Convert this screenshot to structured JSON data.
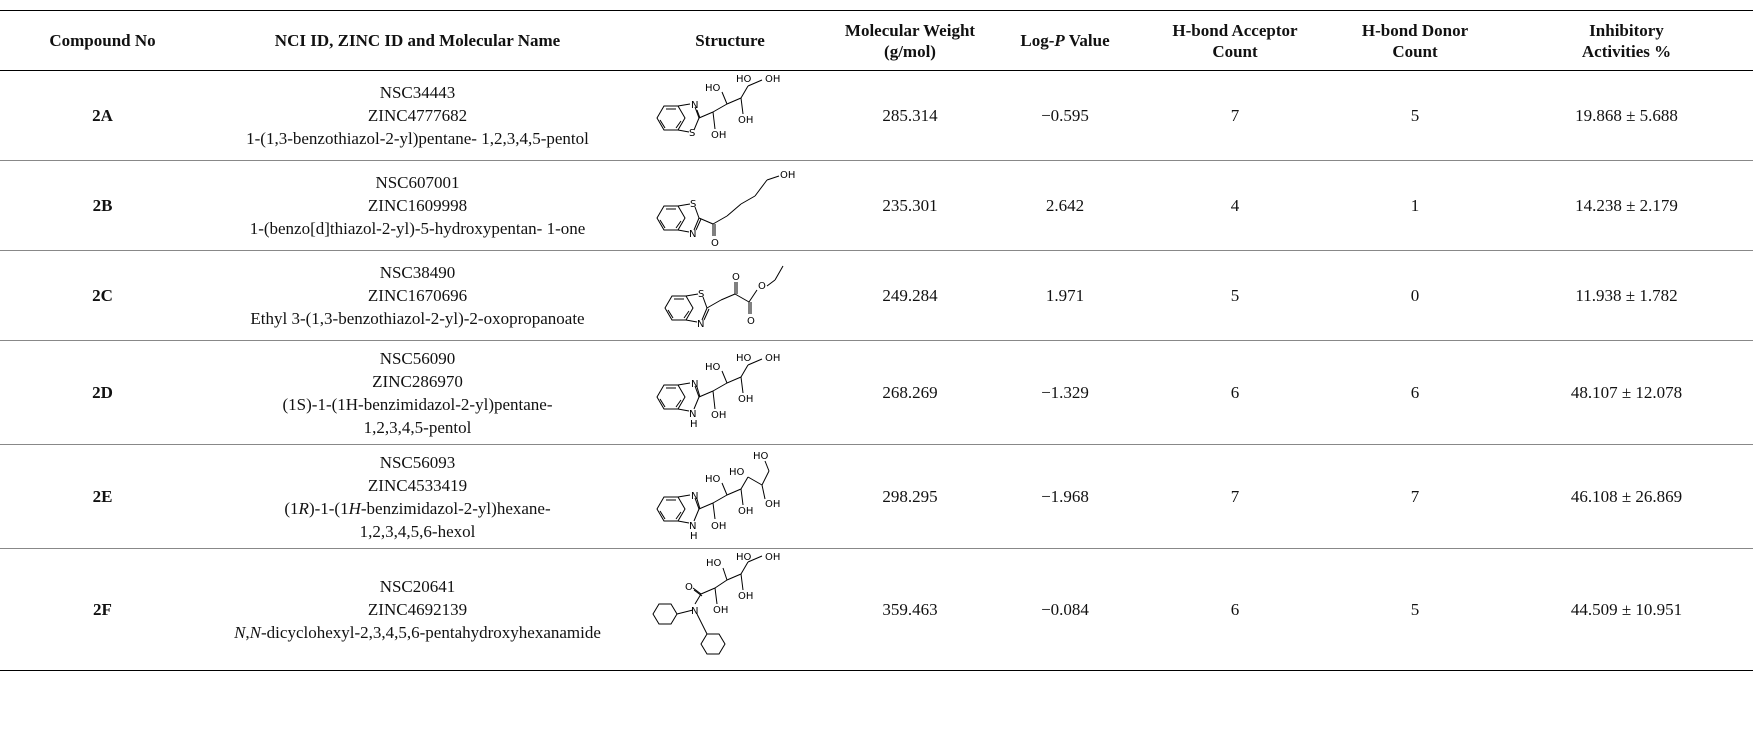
{
  "table": {
    "headers": {
      "compound_no": "Compound No",
      "ids": "NCI ID, ZINC ID and Molecular Name",
      "structure": "Structure",
      "mw_line1": "Molecular Weight",
      "mw_line2": "(g/mol)",
      "logp_prefix": "Log-",
      "logp_italic": "P",
      "logp_suffix": " Value",
      "hba_line1": "H-bond Acceptor",
      "hba_line2": "Count",
      "hbd_line1": "H-bond Donor",
      "hbd_line2": "Count",
      "inh_line1": "Inhibitory",
      "inh_line2": "Activities %"
    },
    "rows": [
      {
        "compound": "2A",
        "nci": "NSC34443",
        "zinc": "ZINC4777682",
        "name_parts": [
          {
            "text": "1-(1,3-benzothiazol-2-yl)pentane- 1,2,3,4,5-pentol",
            "italic": false
          }
        ],
        "mw": "285.314",
        "logp": "−0.595",
        "hba": "7",
        "hbd": "5",
        "activity": "19.868 ± 5.688"
      },
      {
        "compound": "2B",
        "nci": "NSC607001",
        "zinc": "ZINC1609998",
        "name_parts": [
          {
            "text": "1-(benzo[d]thiazol-2-yl)-5-hydroxypentan- 1-one",
            "italic": false
          }
        ],
        "mw": "235.301",
        "logp": "2.642",
        "hba": "4",
        "hbd": "1",
        "activity": "14.238 ± 2.179"
      },
      {
        "compound": "2C",
        "nci": "NSC38490",
        "zinc": "ZINC1670696",
        "name_parts": [
          {
            "text": "Ethyl 3-(1,3-benzothiazol-2-yl)-2-oxopropanoate",
            "italic": false
          }
        ],
        "mw": "249.284",
        "logp": "1.971",
        "hba": "5",
        "hbd": "0",
        "activity": "11.938 ± 1.782"
      },
      {
        "compound": "2D",
        "nci": "NSC56090",
        "zinc": "ZINC286970",
        "name_parts": [
          {
            "text": "(1S)-1-(1H-benzimidazol-2-yl)pentane-1,2,3,4,5-pentol",
            "italic": false
          }
        ],
        "mw": "268.269",
        "logp": "−1.329",
        "hba": "6",
        "hbd": "6",
        "activity": "48.107 ± 12.078"
      },
      {
        "compound": "2E",
        "nci": "NSC56093",
        "zinc": "ZINC4533419",
        "name_parts": [
          {
            "text": "(1",
            "italic": false
          },
          {
            "text": "R",
            "italic": true
          },
          {
            "text": ")-1-(1",
            "italic": false
          },
          {
            "text": "H",
            "italic": true
          },
          {
            "text": "-benzimidazol-2-yl)hexane-1,2,3,4,5,6-hexol",
            "italic": false
          }
        ],
        "mw": "298.295",
        "logp": "−1.968",
        "hba": "7",
        "hbd": "7",
        "activity": "46.108 ± 26.869"
      },
      {
        "compound": "2F",
        "nci": "NSC20641",
        "zinc": "ZINC4692139",
        "name_parts": [
          {
            "text": "N",
            "italic": true
          },
          {
            "text": ",",
            "italic": false
          },
          {
            "text": "N",
            "italic": true
          },
          {
            "text": "-dicyclohexyl-2,3,4,5,6-pentahydroxyhexanamide",
            "italic": false
          }
        ],
        "mw": "359.463",
        "logp": "−0.084",
        "hba": "6",
        "hbd": "5",
        "activity": "44.509 ± 10.951"
      }
    ]
  },
  "structures": {
    "2A": {
      "atoms": {
        "n": "N",
        "s": "S",
        "oh1": "OH",
        "ho2": "HO",
        "ho3": "HO",
        "oh4": "OH",
        "oh5": "OH"
      }
    },
    "2B": {
      "atoms": {
        "s": "S",
        "n": "N",
        "o": "O",
        "oh": "OH"
      }
    },
    "2C": {
      "atoms": {
        "s": "S",
        "n": "N",
        "o1": "O",
        "o2": "O",
        "o3": "O"
      }
    },
    "2D": {
      "atoms": {
        "n": "N",
        "nh": "N",
        "h": "H",
        "oh1": "OH",
        "ho2": "HO",
        "ho3": "HO",
        "oh4": "OH",
        "oh5": "OH"
      }
    },
    "2E": {
      "atoms": {
        "n": "N",
        "nh": "N",
        "h": "H",
        "oh1": "OH",
        "ho2": "HO",
        "ho3": "HO",
        "oh4": "OH",
        "ho5": "HO",
        "oh6": "OH"
      }
    },
    "2F": {
      "atoms": {
        "n": "N",
        "o": "O",
        "oh1": "OH",
        "ho2": "HO",
        "oh3": "OH",
        "ho4": "HO",
        "oh5": "OH"
      }
    }
  }
}
